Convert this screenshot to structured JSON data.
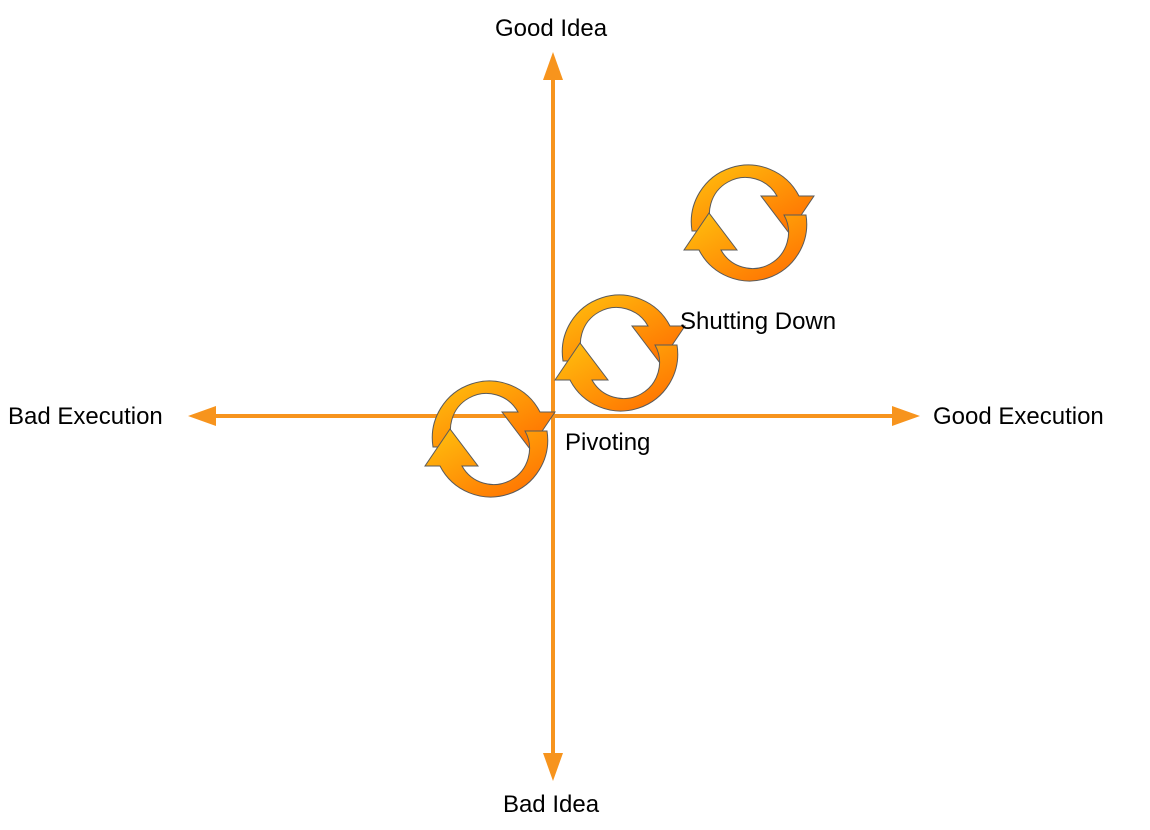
{
  "axes": {
    "top_label": "Good Idea",
    "bottom_label": "Bad Idea",
    "left_label": "Bad Execution",
    "right_label": "Good Execution"
  },
  "annotations": {
    "pivoting": "Pivoting",
    "shutting_down": "Shutting Down"
  },
  "icons": [
    "refresh-cycle-icon",
    "refresh-cycle-icon",
    "refresh-cycle-icon"
  ],
  "colors": {
    "axis": "#f7941d",
    "icon_light": "#ffc20e",
    "icon_dark": "#ff6a00",
    "icon_stroke": "#5a5a5a"
  }
}
